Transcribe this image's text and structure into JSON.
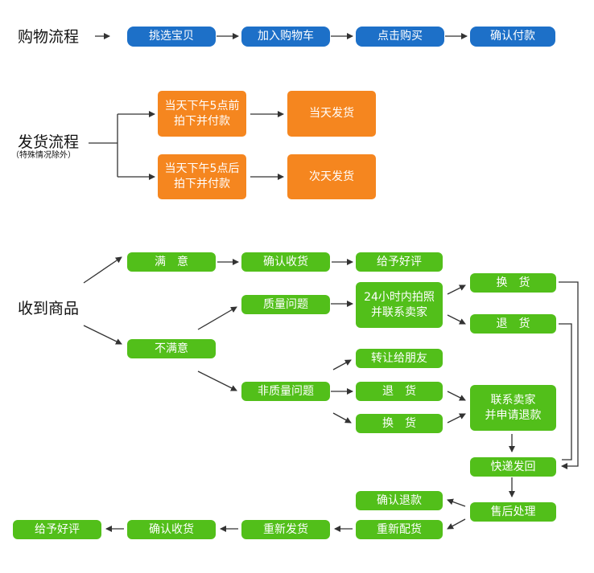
{
  "shopping": {
    "title": "购物流程",
    "steps": [
      "挑选宝贝",
      "加入购物车",
      "点击购买",
      "确认付款"
    ]
  },
  "shipping": {
    "title": "发货流程",
    "note": "（特殊情况除外）",
    "before_condition": "当天下午5点前\n拍下并付款",
    "before_result": "当天发货",
    "after_condition": "当天下午5点后\n拍下并付款",
    "after_result": "次天发货"
  },
  "receive": {
    "title": "收到商品",
    "satisfied": "满　意",
    "confirm_receipt": "确认收货",
    "give_review": "给予好评",
    "unsatisfied": "不满意",
    "quality_issue": "质量问题",
    "photo_contact": "24小时内拍照\n并联系卖家",
    "exchange_1": "换　货",
    "return_1": "退　货",
    "non_quality_issue": "非质量问题",
    "transfer_friend": "转让给朋友",
    "return_2": "退　货",
    "exchange_2": "换　货",
    "contact_refund": "联系卖家\n并申请退款",
    "express_back": "快递发回",
    "after_sales": "售后处理",
    "confirm_refund": "确认退款",
    "reship": "重新配货",
    "resend": "重新发货",
    "confirm_receipt_2": "确认收货",
    "give_review_2": "给予好评"
  }
}
